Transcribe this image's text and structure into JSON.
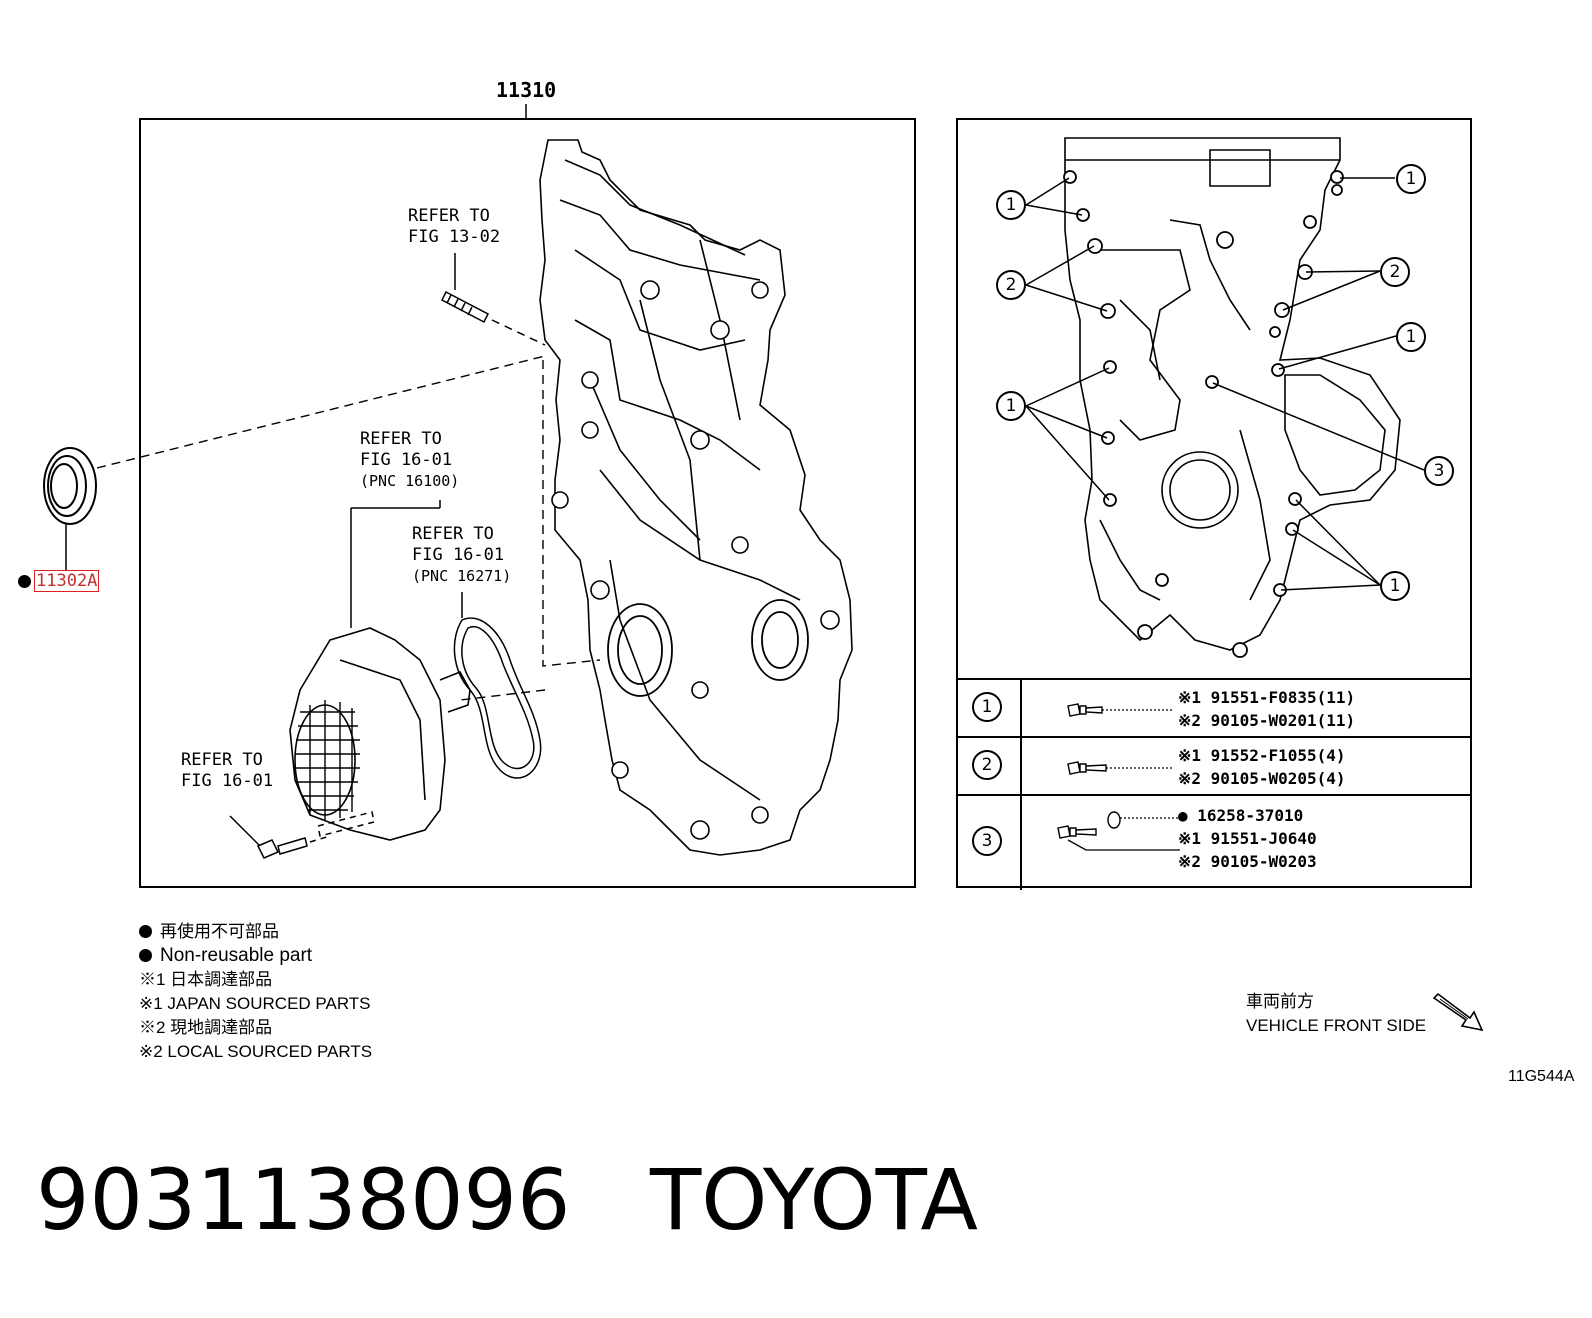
{
  "main_figure": {
    "assembly_number": "11310",
    "refer_bolts": "REFER TO\nFIG 13-02",
    "refer_pump": "REFER TO\nFIG 16-01",
    "refer_pump_pnc": "(PNC 16100)",
    "refer_gasket": "REFER TO\nFIG 16-01",
    "refer_gasket_pnc": "(PNC 16271)",
    "refer_bolt_low": "REFER TO\nFIG 16-01",
    "seal_part": "11302A"
  },
  "bolt_view": {
    "callouts": [
      "1",
      "1",
      "2",
      "2",
      "1",
      "1",
      "3",
      "1"
    ]
  },
  "parts_table": [
    {
      "num": "1",
      "lines": [
        "※1 91551-F0835(11)",
        "※2 90105-W0201(11)"
      ]
    },
    {
      "num": "2",
      "lines": [
        "※1 91552-F1055(4)",
        "※2 90105-W0205(4)"
      ]
    },
    {
      "num": "3",
      "lines": [
        "● 16258-37010",
        "※1 91551-J0640",
        "※2 90105-W0203"
      ]
    }
  ],
  "legend": [
    "再使用不可部品",
    "Non-reusable part",
    "※1 日本調達部品",
    "※1 JAPAN SOURCED PARTS",
    "※2 現地調達部品",
    "※2 LOCAL SOURCED PARTS"
  ],
  "front_side": {
    "jp": "車両前方",
    "en": "VEHICLE FRONT SIDE"
  },
  "figure_code": "11G544A",
  "footer": {
    "part_number": "9031138096",
    "brand": "TOYOTA"
  }
}
